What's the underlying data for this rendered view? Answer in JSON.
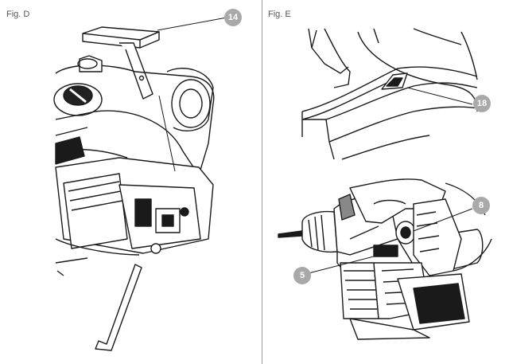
{
  "figures": [
    {
      "label": "Fig. D",
      "callouts": [
        "14"
      ]
    },
    {
      "label": "Fig. E",
      "callouts": [
        "18",
        "8",
        "5"
      ]
    }
  ],
  "colors": {
    "callout": "#a9a9a9",
    "ink": "#1a1a1a",
    "divider": "#9a9a9a"
  }
}
